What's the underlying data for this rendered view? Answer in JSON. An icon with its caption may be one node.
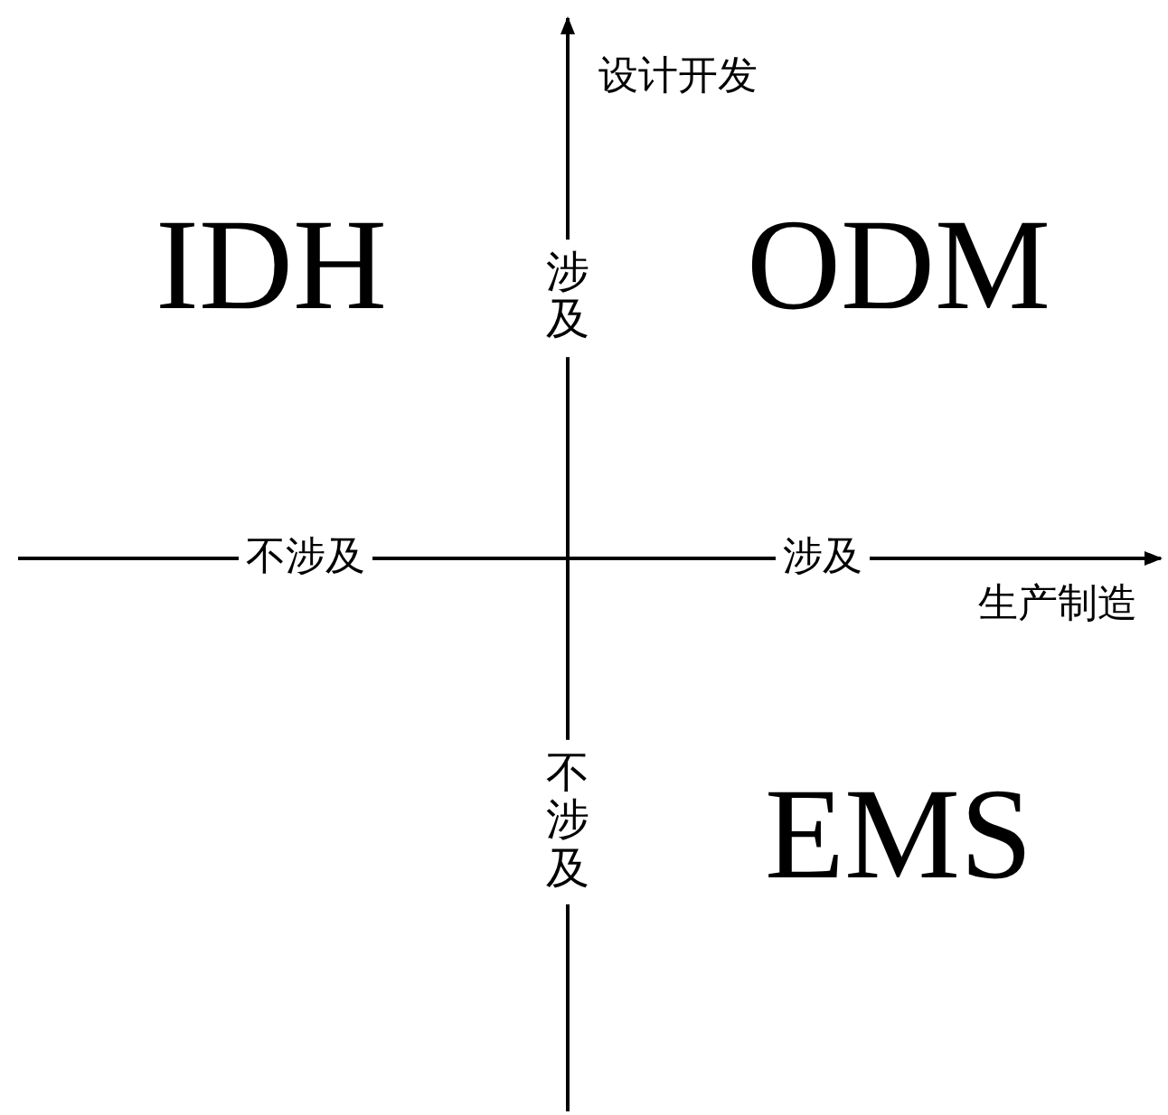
{
  "diagram": {
    "labels": [
      "设计开发",
      "IDH",
      "涉及",
      "ODM",
      "不涉及",
      "涉及",
      "生产制造",
      "不涉及",
      "EMS"
    ]
  }
}
